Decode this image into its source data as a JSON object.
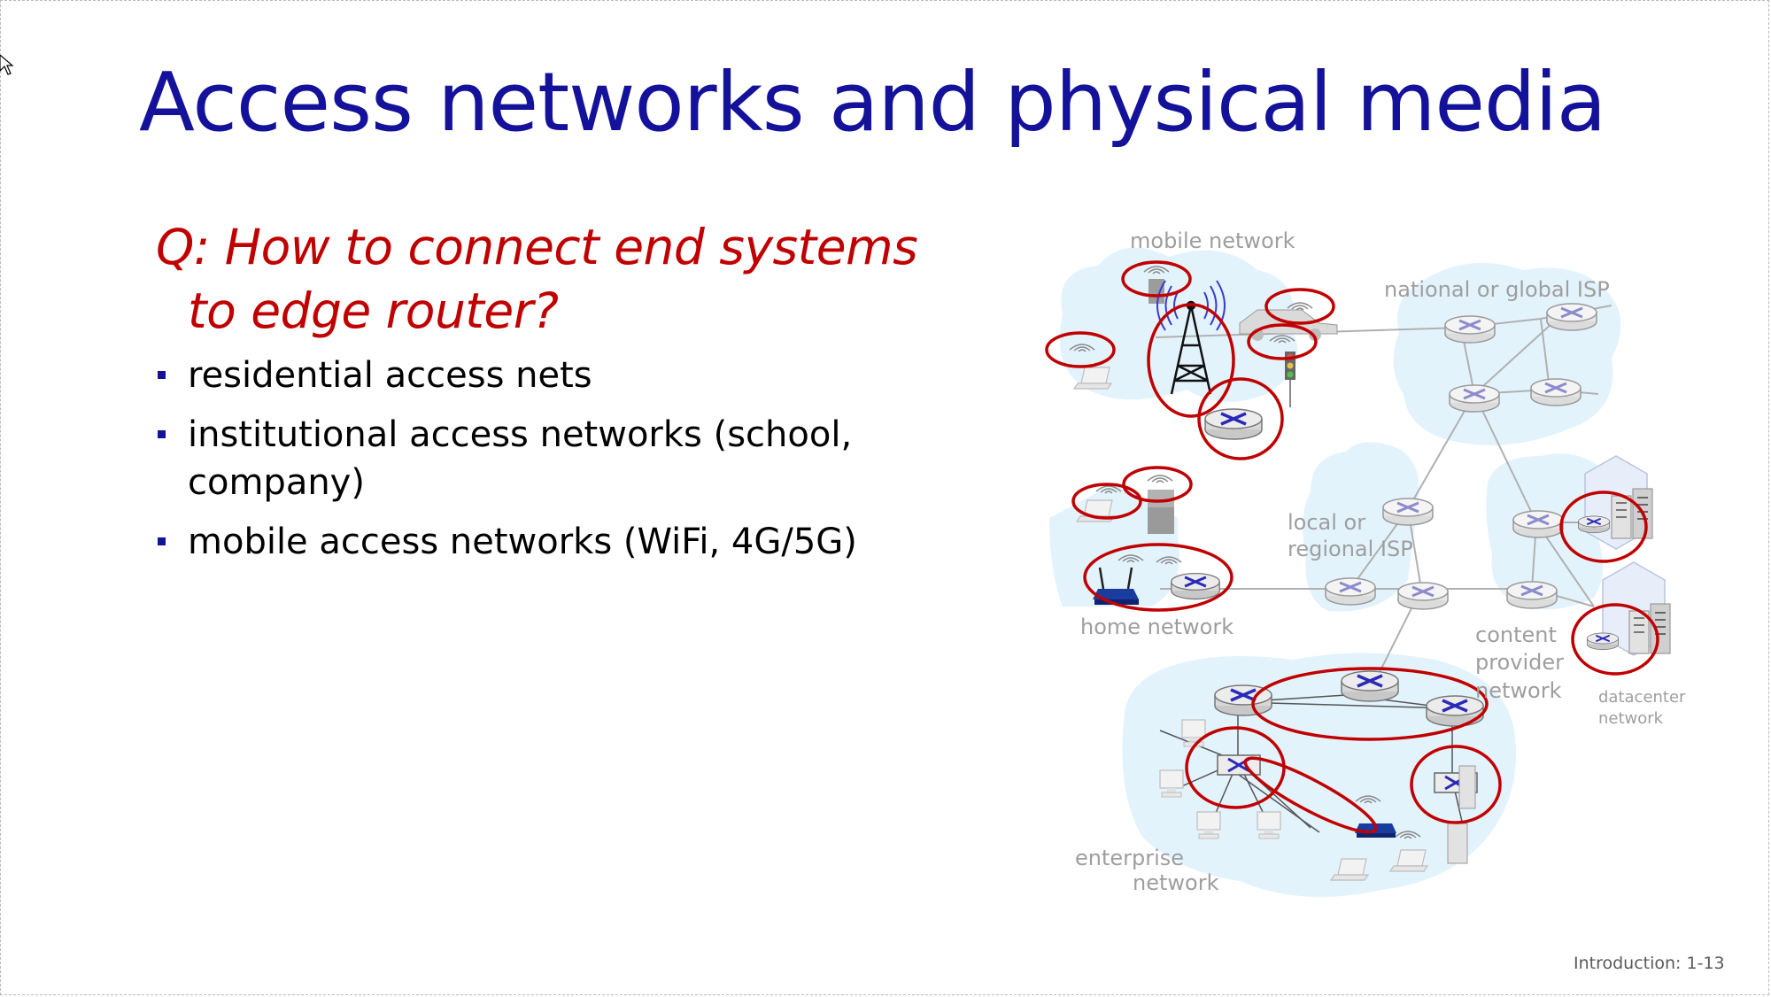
{
  "slide": {
    "title": "Access networks and physical media",
    "question_line1": "Q: How to connect end systems",
    "question_line2": "to edge router?",
    "bullets": [
      "residential access nets",
      "institutional access networks (school, company)",
      "mobile access networks (WiFi, 4G/5G)"
    ],
    "footer": "Introduction: 1-13"
  },
  "diagram": {
    "labels": {
      "mobile_network": "mobile network",
      "national_isp": "national or global ISP",
      "local_isp_1": "local or",
      "local_isp_2": "regional ISP",
      "home_network": "home network",
      "content_provider_1": "content",
      "content_provider_2": "provider",
      "content_provider_3": "network",
      "datacenter_1": "datacenter",
      "datacenter_2": "network",
      "enterprise_1": "enterprise",
      "enterprise_2": "network"
    },
    "colors": {
      "cloud": "#e3f3fc",
      "highlight_circle": "#c00000",
      "router_body": "#f2f2f2",
      "router_cross": "#2a2ab8",
      "link": "#b0b0b0"
    }
  },
  "colors": {
    "title": "#14119a",
    "question": "#c00000",
    "bullet": "#14119a",
    "text": "#000000",
    "footer": "#595959"
  }
}
